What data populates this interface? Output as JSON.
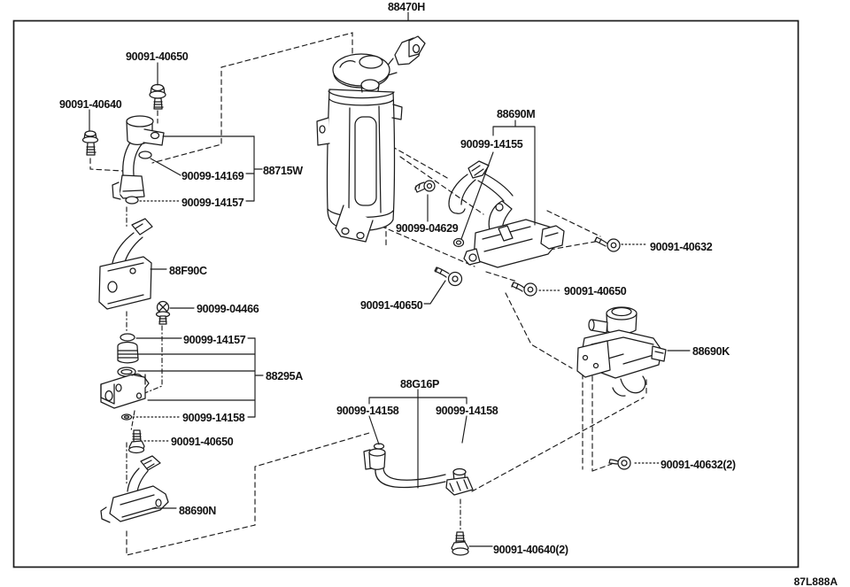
{
  "colors": {
    "line": "#1b1b1b",
    "background": "#ffffff"
  },
  "drawing_code": "87L888A",
  "callouts": [
    {
      "part_no": "88470H"
    },
    {
      "part_no": "90091-40650"
    },
    {
      "part_no": "90091-40640"
    },
    {
      "part_no": "90099-14169"
    },
    {
      "part_no": "88715W"
    },
    {
      "part_no": "90099-14157"
    },
    {
      "part_no": "88690M"
    },
    {
      "part_no": "90099-14155"
    },
    {
      "part_no": "88F90C"
    },
    {
      "part_no": "90099-04466"
    },
    {
      "part_no": "90099-14157"
    },
    {
      "part_no": "88295A"
    },
    {
      "part_no": "90099-04629"
    },
    {
      "part_no": "90091-40632"
    },
    {
      "part_no": "90091-40650"
    },
    {
      "part_no": "90091-40650"
    },
    {
      "part_no": "88690K"
    },
    {
      "part_no": "88G16P"
    },
    {
      "part_no": "90099-14158"
    },
    {
      "part_no": "90099-14158"
    },
    {
      "part_no": "90099-14158"
    },
    {
      "part_no": "90091-40650"
    },
    {
      "part_no": "88690N"
    },
    {
      "part_no": "90091-40632(2)"
    },
    {
      "part_no": "90091-40640(2)"
    }
  ]
}
